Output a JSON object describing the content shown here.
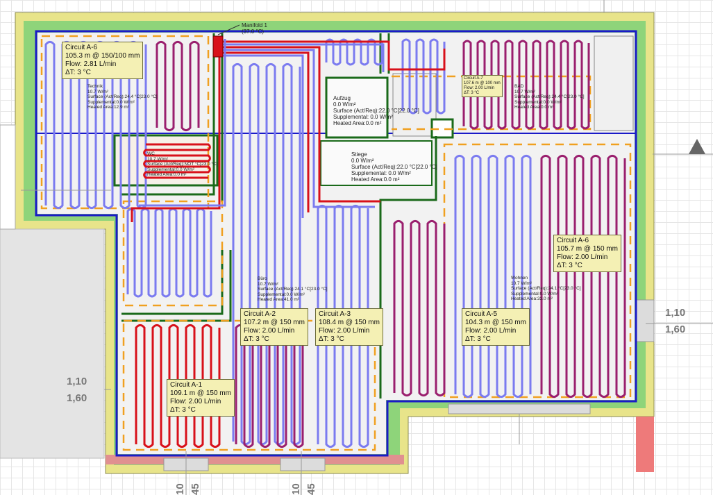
{
  "manifold": {
    "name": "Manifold 1",
    "temp": "(37.0 °C)"
  },
  "circuits": [
    {
      "id": "a6top",
      "name": "Circuit A-6",
      "length": "105.3 m @ 150/100 mm",
      "flow": "Flow: 2.81 L/min",
      "dt": "ΔT: 3 °C"
    },
    {
      "id": "a7",
      "name": "Circuit A-7",
      "length": "107.6 m @ 100 mm",
      "flow": "Flow: 2.00 L/min",
      "dt": "ΔT: 3 °C"
    },
    {
      "id": "a6",
      "name": "Circuit A-6",
      "length": "105.7 m @ 150 mm",
      "flow": "Flow: 2.00 L/min",
      "dt": "ΔT: 3 °C"
    },
    {
      "id": "a2",
      "name": "Circuit A-2",
      "length": "107.2 m @ 150 mm",
      "flow": "Flow: 2.00 L/min",
      "dt": "ΔT: 3 °C"
    },
    {
      "id": "a3",
      "name": "Circuit A-3",
      "length": "108.4 m @ 150 mm",
      "flow": "Flow: 2.00 L/min",
      "dt": "ΔT: 3 °C"
    },
    {
      "id": "a5",
      "name": "Circuit A-5",
      "length": "104.3 m @ 150 mm",
      "flow": "Flow: 2.00 L/min",
      "dt": "ΔT: 3 °C"
    },
    {
      "id": "a1",
      "name": "Circuit A-1",
      "length": "109.1 m @ 150 mm",
      "flow": "Flow: 2.00 L/min",
      "dt": "ΔT: 3 °C"
    }
  ],
  "rooms": [
    {
      "id": "technik",
      "name": "Technik",
      "load": "10.7 W/m²",
      "surface": "Surface (Act/Req):24.4 °C[23.0 °C]",
      "supp": "Supplemental:0.0 W/m²",
      "area": "Heated Area:12.9 m²"
    },
    {
      "id": "wc",
      "name": "WC",
      "load": "10.7 W/m²",
      "surface": "Surface (Act/Req):NOT °C[23.0 °C]",
      "supp": "Supplemental:0.0 W/m²",
      "area": "Heated Area:0.0 m²"
    },
    {
      "id": "aufzug",
      "name": "Aufzug",
      "load": "0.0 W/m²",
      "surface": "Surface (Act/Req):22.0 °C[22.0 °C]",
      "supp": "Supplemental: 0.0 W/m²",
      "area": "Heated Area:0.0 m²"
    },
    {
      "id": "bad",
      "name": "BAD",
      "load": "10.7 W/m²",
      "surface": "Surface (Act/Req):24.4 °C[23.0 °C]",
      "supp": "Supplemental:0.0 W/m²",
      "area": "Heated Area:0.0 m²"
    },
    {
      "id": "stiege",
      "name": "Stiege",
      "load": "0.0 W/m²",
      "surface": "Surface (Act/Req):22.0 °C[22.0 °C]",
      "supp": "Supplemental: 0.0 W/m²",
      "area": "Heated Area:0.0 m²"
    },
    {
      "id": "buero",
      "name": "Büro",
      "load": "10.7 W/m²",
      "surface": "Surface (Act/Req):24.1 °C[23.0 °C]",
      "supp": "Supplemental:0.0 W/m²",
      "area": "Heated Area:41.0 m²"
    },
    {
      "id": "wohnen",
      "name": "Wohnen",
      "load": "10.7 W/m²",
      "surface": "Surface (Act/Req):24.1 °C[23.0 °C]",
      "supp": "Supplemental:0.0 W/m²",
      "area": "Heated Area:33.0 m²"
    }
  ],
  "dimensions": {
    "right_top": "1,10",
    "right_bottom": "1,60",
    "left_top": "1,10",
    "left_bottom": "1,60",
    "bottom_a1": "10",
    "bottom_a2": "45",
    "bottom_b1": "10",
    "bottom_b2": "45"
  },
  "colors": {
    "supply": "#d8101a",
    "return": "#7b7bf0",
    "purple": "#9a1f6e",
    "wall": "#1a1ac8",
    "insulation": "#8ed47a",
    "outer": "#e8e48a",
    "zone": "#1a6a1a",
    "dashed": "#f0a020"
  }
}
